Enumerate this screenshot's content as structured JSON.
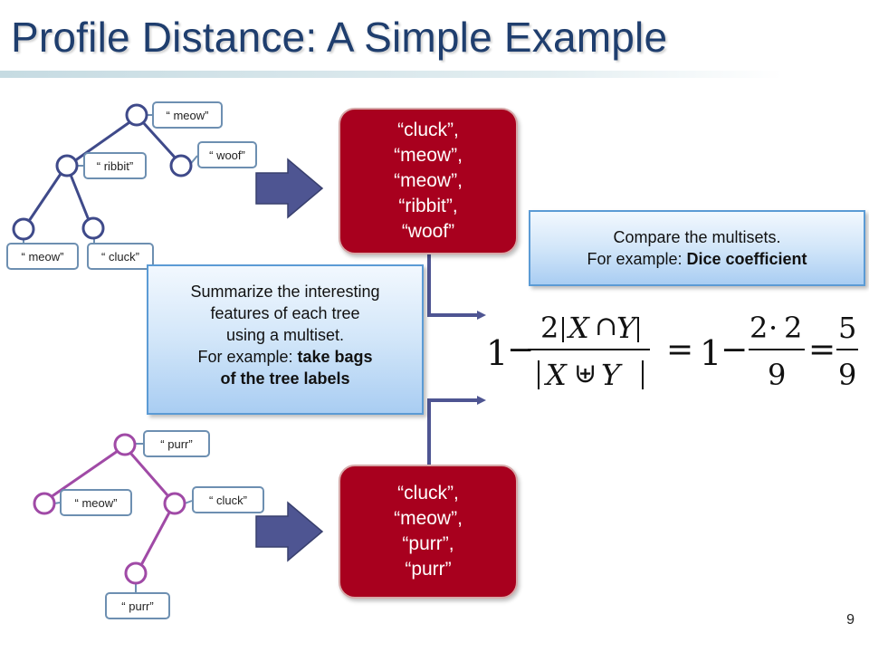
{
  "title": "Profile Distance: A Simple Example",
  "page_number": "9",
  "colors": {
    "title": "#1f3e6e",
    "bag_fill": "#a8001e",
    "tree1_edges": "#3f4a8a",
    "tree2_edges": "#a04aa6",
    "arrow_fill": "#4e5592",
    "callout_border": "#5b9bd5"
  },
  "tree1": {
    "labels": [
      "“ meow”",
      "“ ribbit”",
      "“ woof”",
      "“ meow”",
      "“ cluck”"
    ]
  },
  "tree2": {
    "labels": [
      "“ purr”",
      "“ meow”",
      "“ cluck”",
      "“ purr”"
    ]
  },
  "bag1": {
    "lines": [
      "“cluck”,",
      "“meow”,",
      "“meow”,",
      "“ribbit”,",
      "“woof”"
    ]
  },
  "bag2": {
    "lines": [
      "“cluck”,",
      "“meow”,",
      "“purr”,",
      "“purr”"
    ]
  },
  "callout_summarize": {
    "line1": "Summarize the interesting",
    "line2": "features of each tree",
    "line3": "using a multiset.",
    "line4_prefix": "For example: ",
    "line4_bold": "take bags",
    "line5_bold": "of the tree labels"
  },
  "callout_compare": {
    "line1": "Compare the multisets.",
    "line2_prefix": "For example: ",
    "line2_bold": "Dice coefficient"
  },
  "formula": {
    "one": "1",
    "minus": "−",
    "num_two": "2",
    "set_x": "X",
    "cap_op": "∩",
    "set_y": "Y",
    "cup_op": "⊎",
    "equals": "=",
    "n2_left": "2",
    "dot": "·",
    "n2_right": "2",
    "d9": "9",
    "n5": "5",
    "d9b": "9"
  }
}
